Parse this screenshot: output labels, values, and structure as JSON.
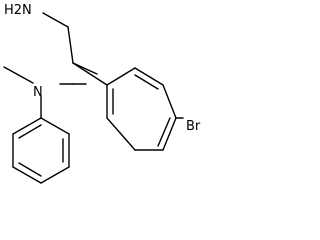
{
  "molecule": {
    "labels": {
      "amine": "H2N",
      "nitrogen": "N",
      "bromine": "Br"
    }
  },
  "colors": {
    "background": "#ffffff",
    "bond": "#000000",
    "text": "#000000"
  }
}
